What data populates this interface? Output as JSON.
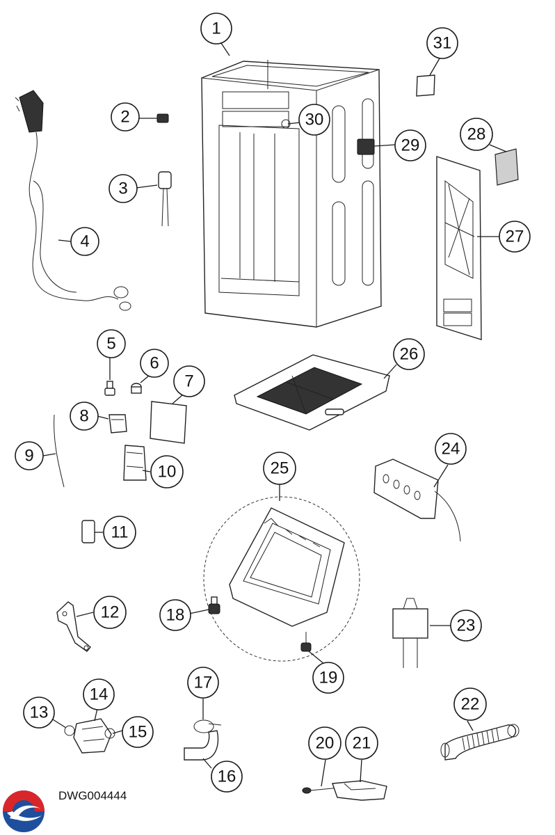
{
  "drawing_code": "DWG004444",
  "callouts": [
    "1",
    "2",
    "3",
    "4",
    "5",
    "6",
    "7",
    "8",
    "9",
    "10",
    "11",
    "12",
    "13",
    "14",
    "15",
    "16",
    "17",
    "18",
    "19",
    "20",
    "21",
    "22",
    "23",
    "24",
    "25",
    "26",
    "27",
    "28",
    "29",
    "30",
    "31"
  ],
  "colors": {
    "line": "#1a1a1a",
    "logo_red": "#d9262b",
    "logo_blue": "#1f4f9c"
  }
}
